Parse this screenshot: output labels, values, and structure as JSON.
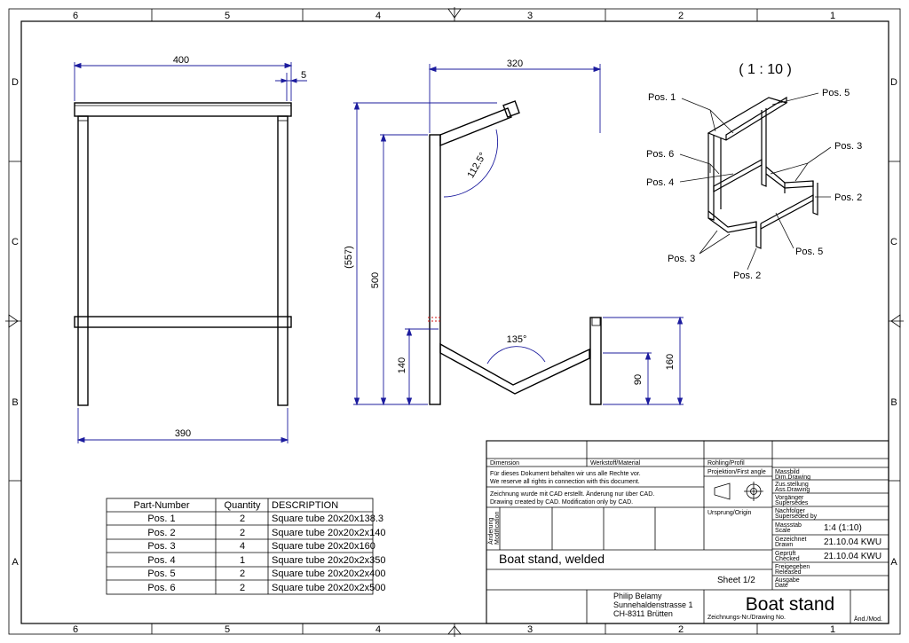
{
  "frame": {
    "columns_top": [
      "6",
      "5",
      "4",
      "3",
      "2",
      "1"
    ],
    "columns_bottom": [
      "6",
      "5",
      "4",
      "3",
      "2",
      "1"
    ],
    "rows": [
      "D",
      "C",
      "B",
      "A"
    ]
  },
  "front_view": {
    "width_top": "400",
    "offset": "5",
    "width_bottom": "390"
  },
  "side_view": {
    "top_width": "320",
    "overall_height": "(557)",
    "height": "500",
    "lower_height": "140",
    "angle_upper": "112.5°",
    "angle_lower": "135°",
    "right_height": "160",
    "right_lower": "90"
  },
  "iso_view": {
    "scale": "( 1 : 10 )",
    "callouts": [
      "Pos. 1",
      "Pos. 5",
      "Pos. 6",
      "Pos. 3",
      "Pos. 4",
      "Pos. 2",
      "Pos. 5",
      "Pos. 3",
      "Pos. 2"
    ]
  },
  "parts_table": {
    "headers": [
      "Part-Number",
      "Quantity",
      "DESCRIPTION"
    ],
    "rows": [
      [
        "Pos. 1",
        "2",
        "Square tube 20x20x138.3"
      ],
      [
        "Pos. 2",
        "2",
        "Square tube 20x20x2x140"
      ],
      [
        "Pos. 3",
        "4",
        "Square tube 20x20x160"
      ],
      [
        "Pos. 4",
        "1",
        "Square tube 20x20x2x350"
      ],
      [
        "Pos. 5",
        "2",
        "Square tube 20x20x2x400"
      ],
      [
        "Pos. 6",
        "2",
        "Square tube 20x20x2x500"
      ]
    ]
  },
  "title_block": {
    "dimension": "Dimension",
    "material": "Werkstoff/Material",
    "blank": "Rohling/Profil",
    "rights_de": "Für dieses Dokument behalten wir uns alle Rechte vor.",
    "rights_en": "We reserve all rights in connection with this document.",
    "cad_de": "Zeichnung wurde mit CAD erstellt. Änderung nur über CAD.",
    "cad_en": "Drawing created by CAD. Modification only by CAD.",
    "projection": "Projektion/First angle",
    "origin": "Ursprung/Origin",
    "modification_de": "Änderung",
    "modification_en": "Modification",
    "dim_drawing_de": "Massbild",
    "dim_drawing_en": "Dim.Drawing",
    "ass_drawing_de": "Zus.stellung",
    "ass_drawing_en": "Ass.Drawing",
    "supersedes_de": "Vorgänger",
    "supersedes_en": "Supersedes",
    "superseded_de": "Nachfolger",
    "superseded_en": "Superseded by",
    "scale_de": "Massstab",
    "scale_en": "Scale",
    "scale_value": "1:4 (1:10)",
    "drawn_de": "Gezeichnet",
    "drawn_en": "Drawn",
    "drawn_value": "21.10.04 KWU",
    "checked_de": "Geprüft",
    "checked_en": "Checked",
    "checked_value": "21.10.04 KWU",
    "released_de": "Freigegeben",
    "released_en": "Released",
    "issue_de": "Ausgabe",
    "issue_en": "Date",
    "subtitle": "Boat stand, welded",
    "sheet": "Sheet 1/2",
    "company": "Philip Belamy",
    "street": "Sunnehaldenstrasse 1",
    "city": "CH-8311 Brütten",
    "drawing_no": "Zeichnungs-Nr./Drawing No.",
    "title": "Boat stand",
    "rev": "Änd./Mod."
  }
}
